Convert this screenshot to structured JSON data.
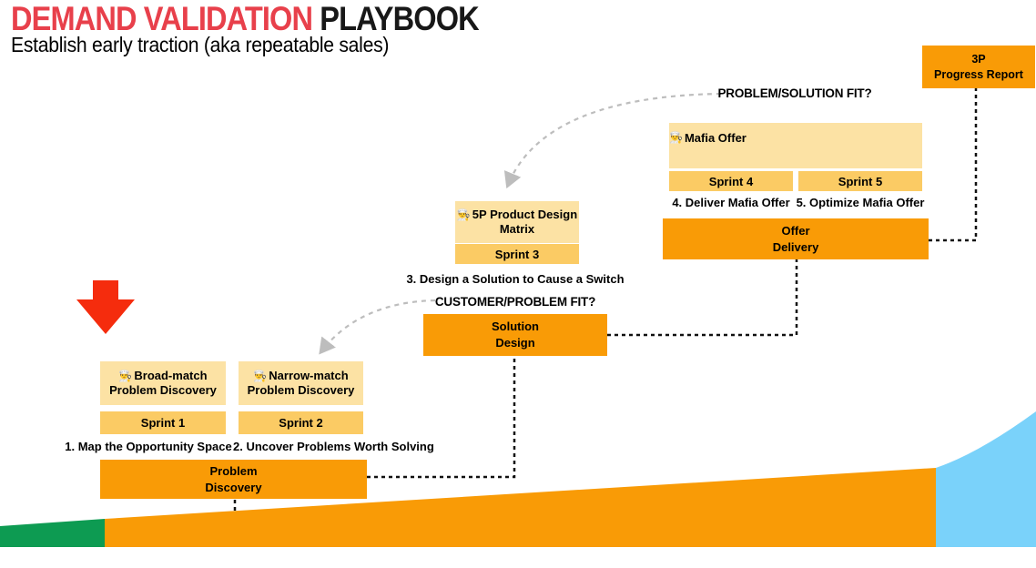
{
  "colors": {
    "title_red": "#E8404B",
    "arrow_red": "#F52C0D",
    "bar_orange": "#F99B06",
    "card_cream": "#FCE2A4",
    "sprint_yellow": "#FBCB64",
    "ramp_green": "#0D9B52",
    "curve_blue": "#7AD2FA",
    "connector_black": "#111111",
    "dashed_gray": "#BDBDBD"
  },
  "header": {
    "title_accent": "DEMAND VALIDATION",
    "title_rest": " PLAYBOOK",
    "subtitle": "Establish early traction (aka repeatable sales)"
  },
  "milestones": {
    "problem_solution_fit": "PROBLEM/SOLUTION FIT?",
    "customer_problem_fit": "CUSTOMER/PROBLEM FIT?"
  },
  "cards": {
    "broad_match": {
      "emoji": "👨‍🍳",
      "line1": "Broad-match",
      "line2": "Problem Discovery",
      "sprint": "Sprint 1",
      "caption": "1. Map the Opportunity Space"
    },
    "narrow_match": {
      "emoji": "👨‍🍳",
      "line1": "Narrow-match",
      "line2": "Problem Discovery",
      "sprint": "Sprint 2",
      "caption": "2. Uncover Problems Worth Solving"
    },
    "product_design": {
      "emoji": "👨‍🍳",
      "line1": "5P Product Design",
      "line2": "Matrix",
      "sprint": "Sprint 3",
      "caption": "3. Design a Solution to Cause a Switch"
    },
    "mafia_offer": {
      "emoji": "👨‍🍳",
      "title": "Mafia Offer",
      "sprint_left": "Sprint 4",
      "sprint_right": "Sprint 5",
      "caption_left": "4. Deliver Mafia Offer",
      "caption_right": "5. Optimize Mafia Offer"
    }
  },
  "stages": {
    "problem_discovery": {
      "line1": "Problem",
      "line2": "Discovery"
    },
    "solution_design": {
      "line1": "Solution",
      "line2": "Design"
    },
    "offer_delivery": {
      "line1": "Offer",
      "line2": "Delivery"
    },
    "progress_report": {
      "line1": "3P",
      "line2": "Progress Report"
    }
  }
}
